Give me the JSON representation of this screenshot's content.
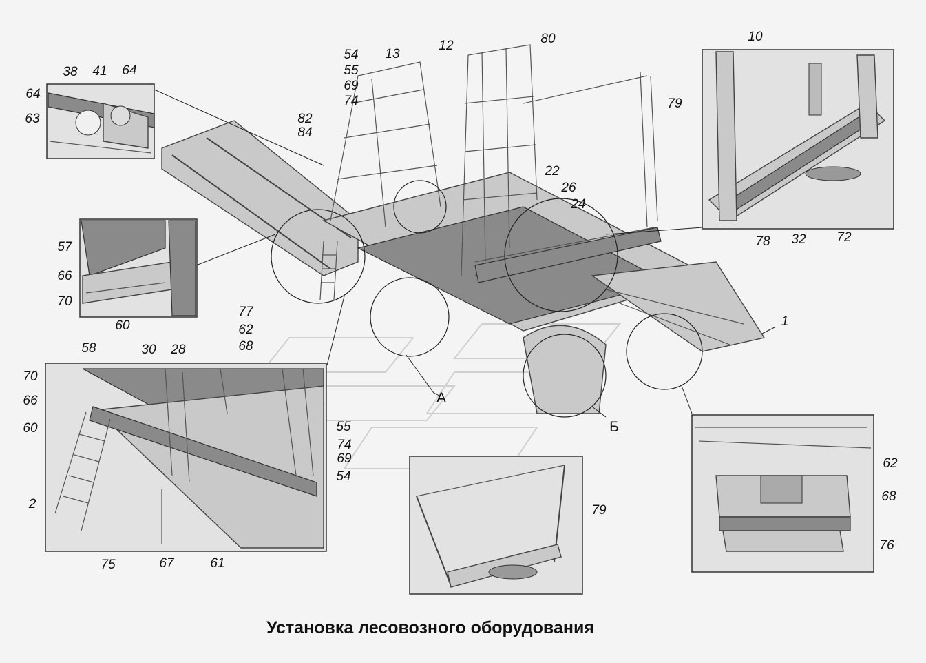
{
  "title": "Установка лесовозного оборудования",
  "callouts": {
    "top_left_inset": [
      "38",
      "41",
      "64",
      "64",
      "63"
    ],
    "mid_left_inset": [
      "57",
      "66",
      "70",
      "60"
    ],
    "main_view": [
      "54",
      "55",
      "69",
      "74",
      "13",
      "12",
      "80",
      "82",
      "84",
      "79",
      "22",
      "26",
      "24",
      "1"
    ],
    "top_right_inset": [
      "10",
      "78",
      "32",
      "72"
    ],
    "lower_left_inset": [
      "58",
      "30",
      "28",
      "77",
      "62",
      "68",
      "70",
      "66",
      "60",
      "2",
      "55",
      "74",
      "69",
      "54",
      "75",
      "67",
      "61"
    ],
    "bottom_right_inset": [
      "62",
      "68",
      "76"
    ],
    "bottom_center_inset": [
      "79"
    ]
  },
  "view_markers": [
    "А",
    "Б"
  ]
}
